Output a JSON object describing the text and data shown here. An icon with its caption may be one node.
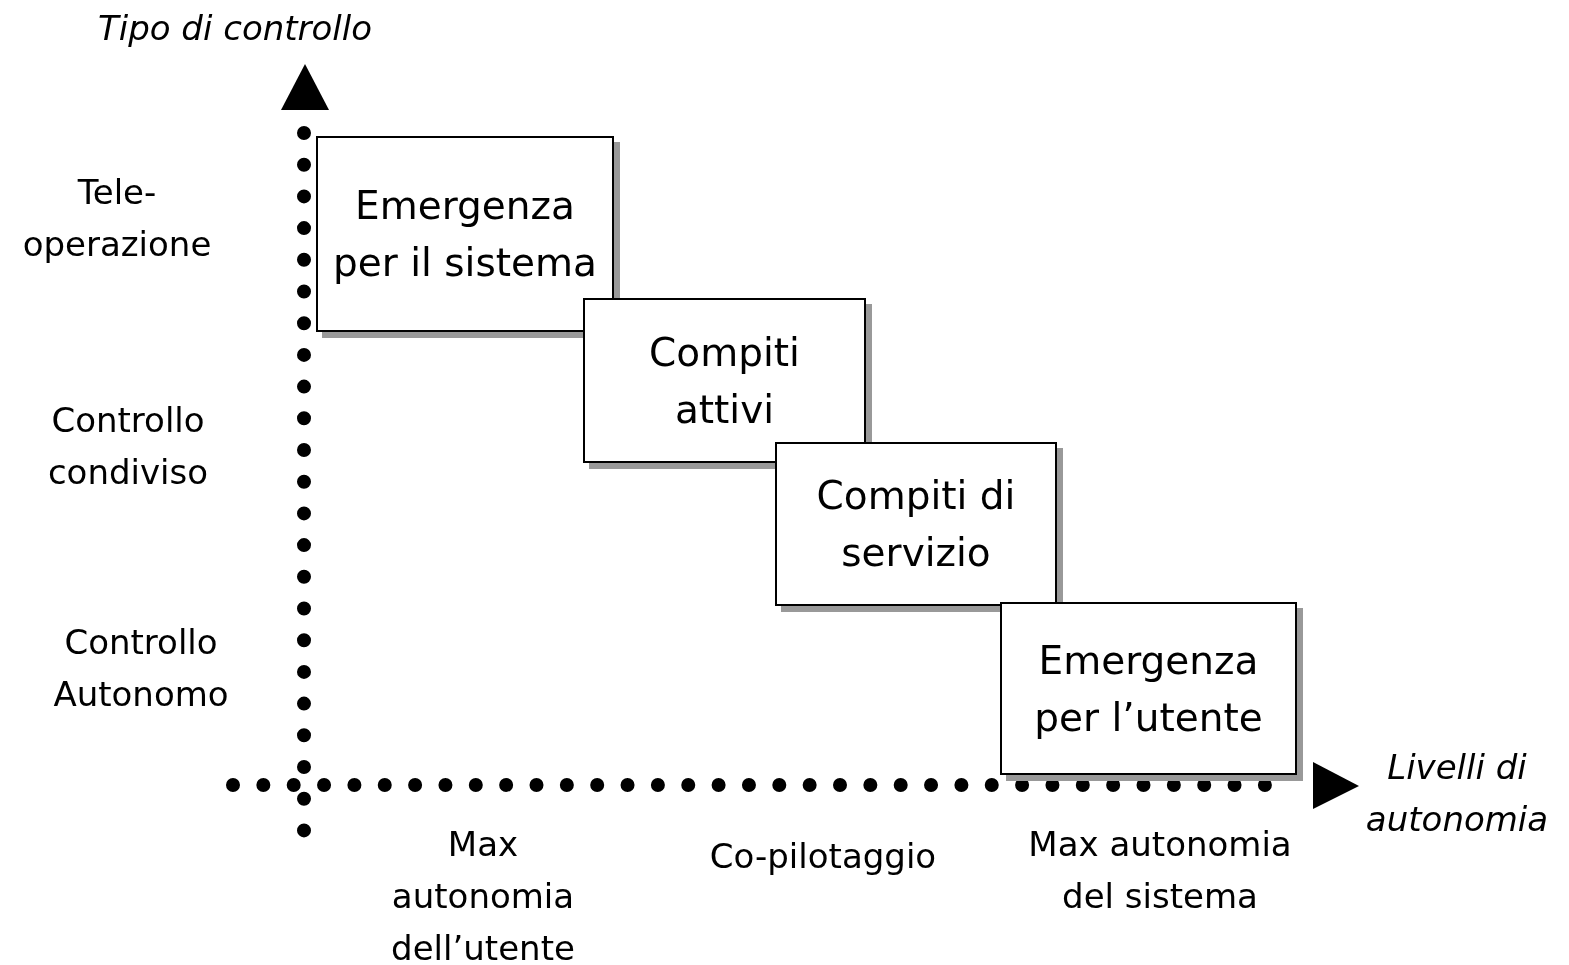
{
  "diagram": {
    "nodes": [
      {
        "text": [
          "Emergenza per il sistema"
        ]
      },
      {
        "text": [
          "Compiti attivi"
        ]
      },
      {
        "text": [
          "Compiti di servizio"
        ]
      },
      {
        "text": [
          "Emergenza per l’utente"
        ]
      }
    ],
    "labels": [
      "Tipo di controllo",
      "Tele- operazione",
      "Controllo condiviso",
      "Controllo Autonomo",
      "Livelli di autonomia",
      "Max autonomia dell’utente",
      "Co-pilotaggio",
      "Max autonomia del sistema"
    ]
  }
}
